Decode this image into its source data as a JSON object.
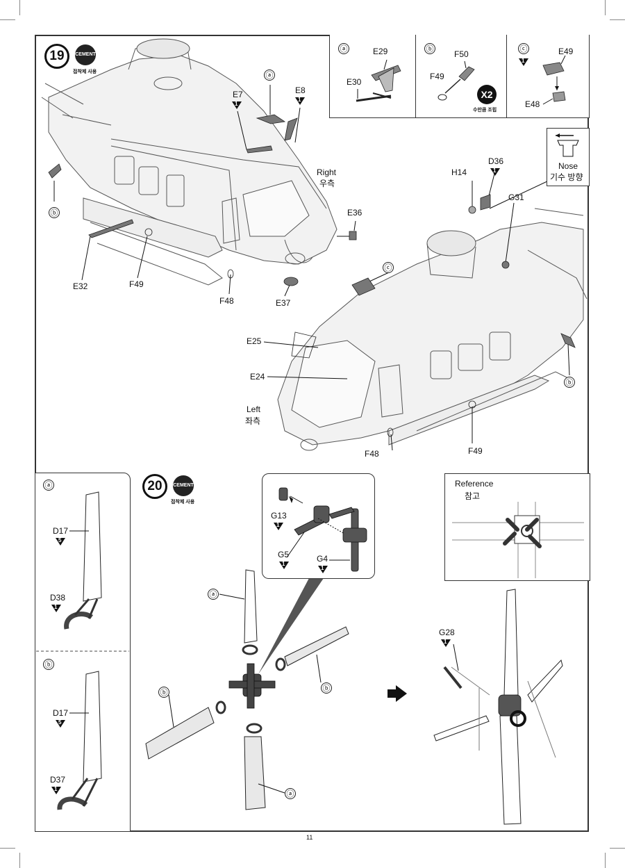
{
  "page": {
    "number": "11"
  },
  "step19": {
    "number": "19",
    "cement_label": "CEMENT",
    "cement_kr": "접착제 사용",
    "parts": {
      "E7": "E7",
      "E8": "E8",
      "E32": "E32",
      "F49a": "F49",
      "F48a": "F48",
      "E37": "E37",
      "E36": "E36",
      "H14": "H14",
      "D36": "D36",
      "G31": "G31",
      "E25": "E25",
      "E24": "E24",
      "F48b": "F48",
      "F49b": "F49"
    },
    "qty": {
      "E7": "1",
      "E8": "1",
      "D36": "1"
    },
    "right_label": "Right",
    "right_kr": "우측",
    "left_label": "Left",
    "left_kr": "좌측",
    "nose_label": "Nose",
    "nose_kr": "기수 방향",
    "callouts": {
      "a": "ⓐ",
      "b": "ⓑ",
      "c": "ⓒ"
    }
  },
  "subassy": {
    "a": {
      "mark": "ⓐ",
      "p1": "E29",
      "p2": "E30"
    },
    "b": {
      "mark": "ⓑ",
      "p1": "F50",
      "p2": "F49",
      "x2": "X2",
      "x2_kr": "수만큼 조립"
    },
    "c": {
      "mark": "ⓒ",
      "p1": "E49",
      "p2": "E48",
      "qty": "1"
    }
  },
  "step20": {
    "number": "20",
    "cement_label": "CEMENT",
    "cement_kr": "접착제 사용",
    "left_a": {
      "mark": "ⓐ",
      "p1": "D17",
      "q1": "5",
      "p2": "D38",
      "q2": "1"
    },
    "left_b": {
      "mark": "ⓑ",
      "p1": "D17",
      "q1": "5",
      "p2": "D37",
      "q2": "1"
    },
    "hub": {
      "G13": "G13",
      "q13": "1",
      "G5": "G5",
      "q5": "1",
      "G4": "G4",
      "q4": "1"
    },
    "reference": "Reference",
    "reference_kr": "참고",
    "G28": "G28",
    "q28": "1",
    "callouts": {
      "a": "ⓐ",
      "b": "ⓑ"
    }
  }
}
